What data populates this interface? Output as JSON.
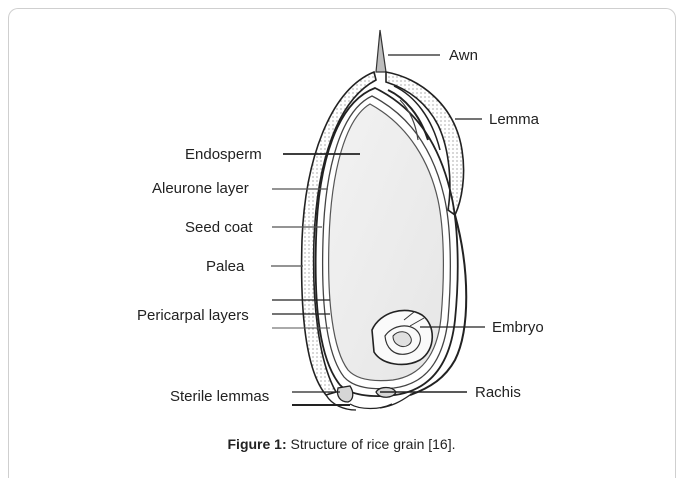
{
  "labels": {
    "awn": "Awn",
    "lemma": "Lemma",
    "endosperm": "Endosperm",
    "aleurone": "Aleurone layer",
    "seed_coat": "Seed coat",
    "palea": "Palea",
    "pericarpal": "Pericarpal layers",
    "embryo": "Embryo",
    "sterile_lemmas": "Sterile lemmas",
    "rachis": "Rachis"
  },
  "caption": {
    "prefix": "Figure 1:",
    "text": " Structure of rice grain [16]."
  }
}
